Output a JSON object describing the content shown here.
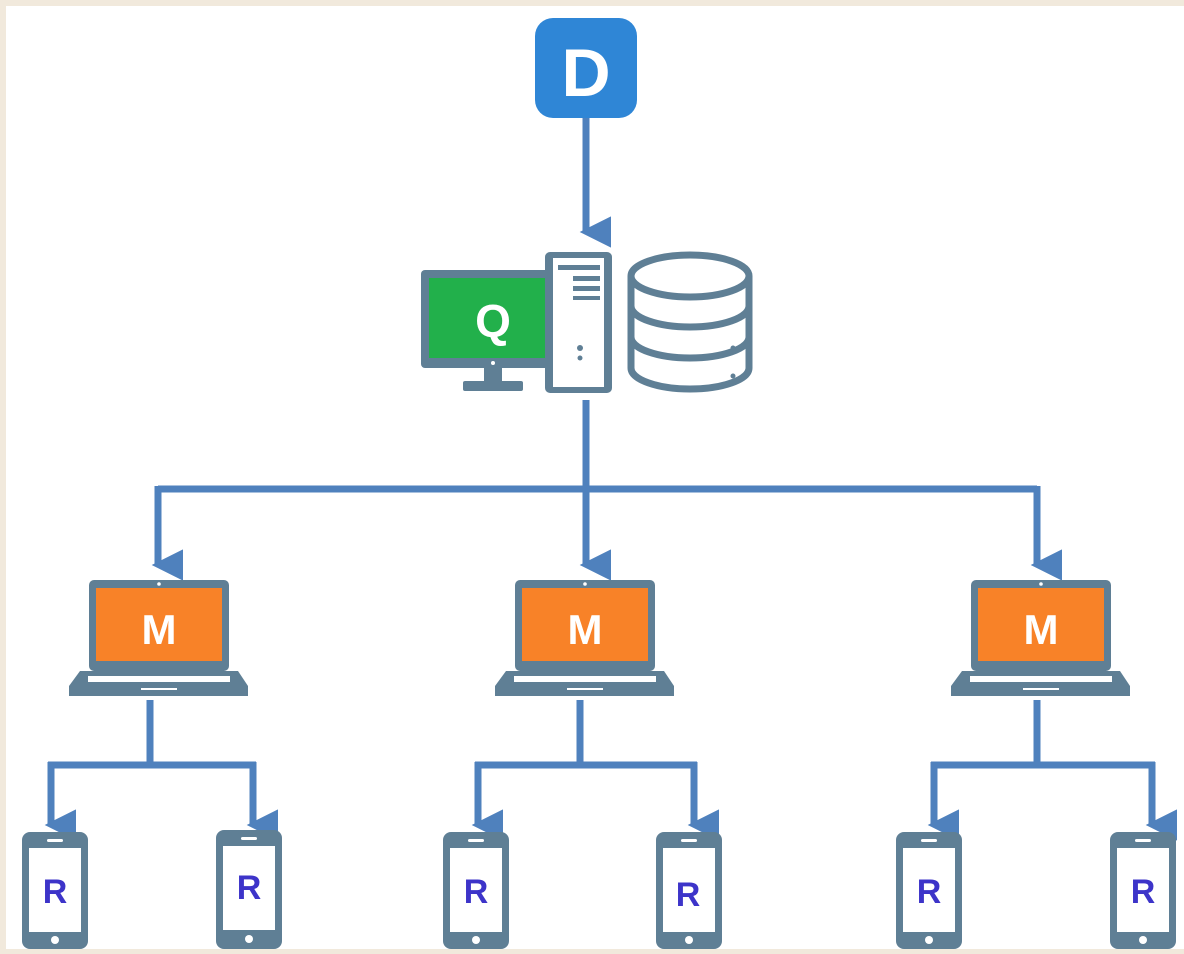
{
  "diagram": {
    "top_node": {
      "label": "D"
    },
    "server_node": {
      "label": "Q",
      "icons": [
        "desktop-monitor-icon",
        "server-tower-icon",
        "database-icon"
      ]
    },
    "middle_nodes": [
      {
        "label": "M",
        "icon": "laptop-icon"
      },
      {
        "label": "M",
        "icon": "laptop-icon"
      },
      {
        "label": "M",
        "icon": "laptop-icon"
      }
    ],
    "leaf_nodes": [
      {
        "label": "R",
        "icon": "smartphone-icon"
      },
      {
        "label": "R",
        "icon": "smartphone-icon"
      },
      {
        "label": "R",
        "icon": "smartphone-icon"
      },
      {
        "label": "R",
        "icon": "smartphone-icon"
      },
      {
        "label": "R",
        "icon": "smartphone-icon"
      },
      {
        "label": "R",
        "icon": "smartphone-icon"
      }
    ],
    "colors": {
      "background": "#f1e9dc",
      "canvas": "#ffffff",
      "connector": "#4f81bd",
      "device_frame": "#5f7f95",
      "top_node": "#2f86d6",
      "server_screen": "#22b04b",
      "laptop_screen": "#f88228",
      "leaf_label": "#3d34c9"
    }
  }
}
